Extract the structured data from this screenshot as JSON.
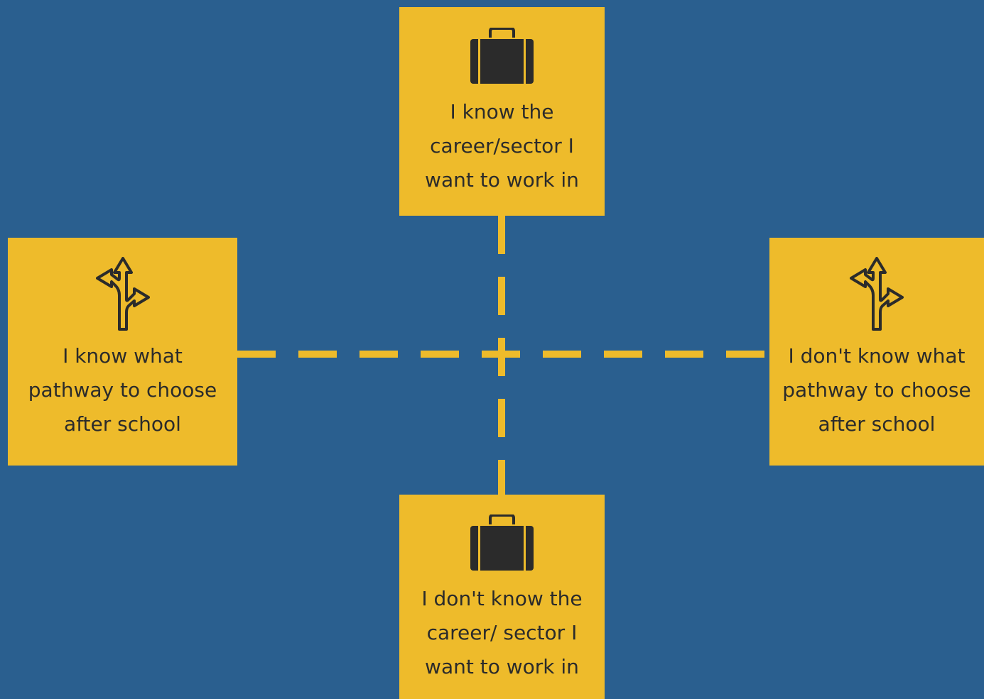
{
  "colors": {
    "background": "#2a5f8f",
    "box": "#eebb2b",
    "axis": "#eebb2b",
    "icon": "#2b2b2b",
    "text": "#2b2b2b"
  },
  "nodes": {
    "top": {
      "icon": "briefcase-icon",
      "label": "I know the\ncareer/sector I\nwant to work in"
    },
    "left": {
      "icon": "split-arrows-icon",
      "label": "I know what\npathway to choose\nafter school"
    },
    "right": {
      "icon": "split-arrows-icon",
      "label": "I don't know what\npathway to choose\nafter school"
    },
    "bottom": {
      "icon": "briefcase-icon",
      "label": "I don't know the\ncareer/ sector I\nwant to work in"
    }
  }
}
